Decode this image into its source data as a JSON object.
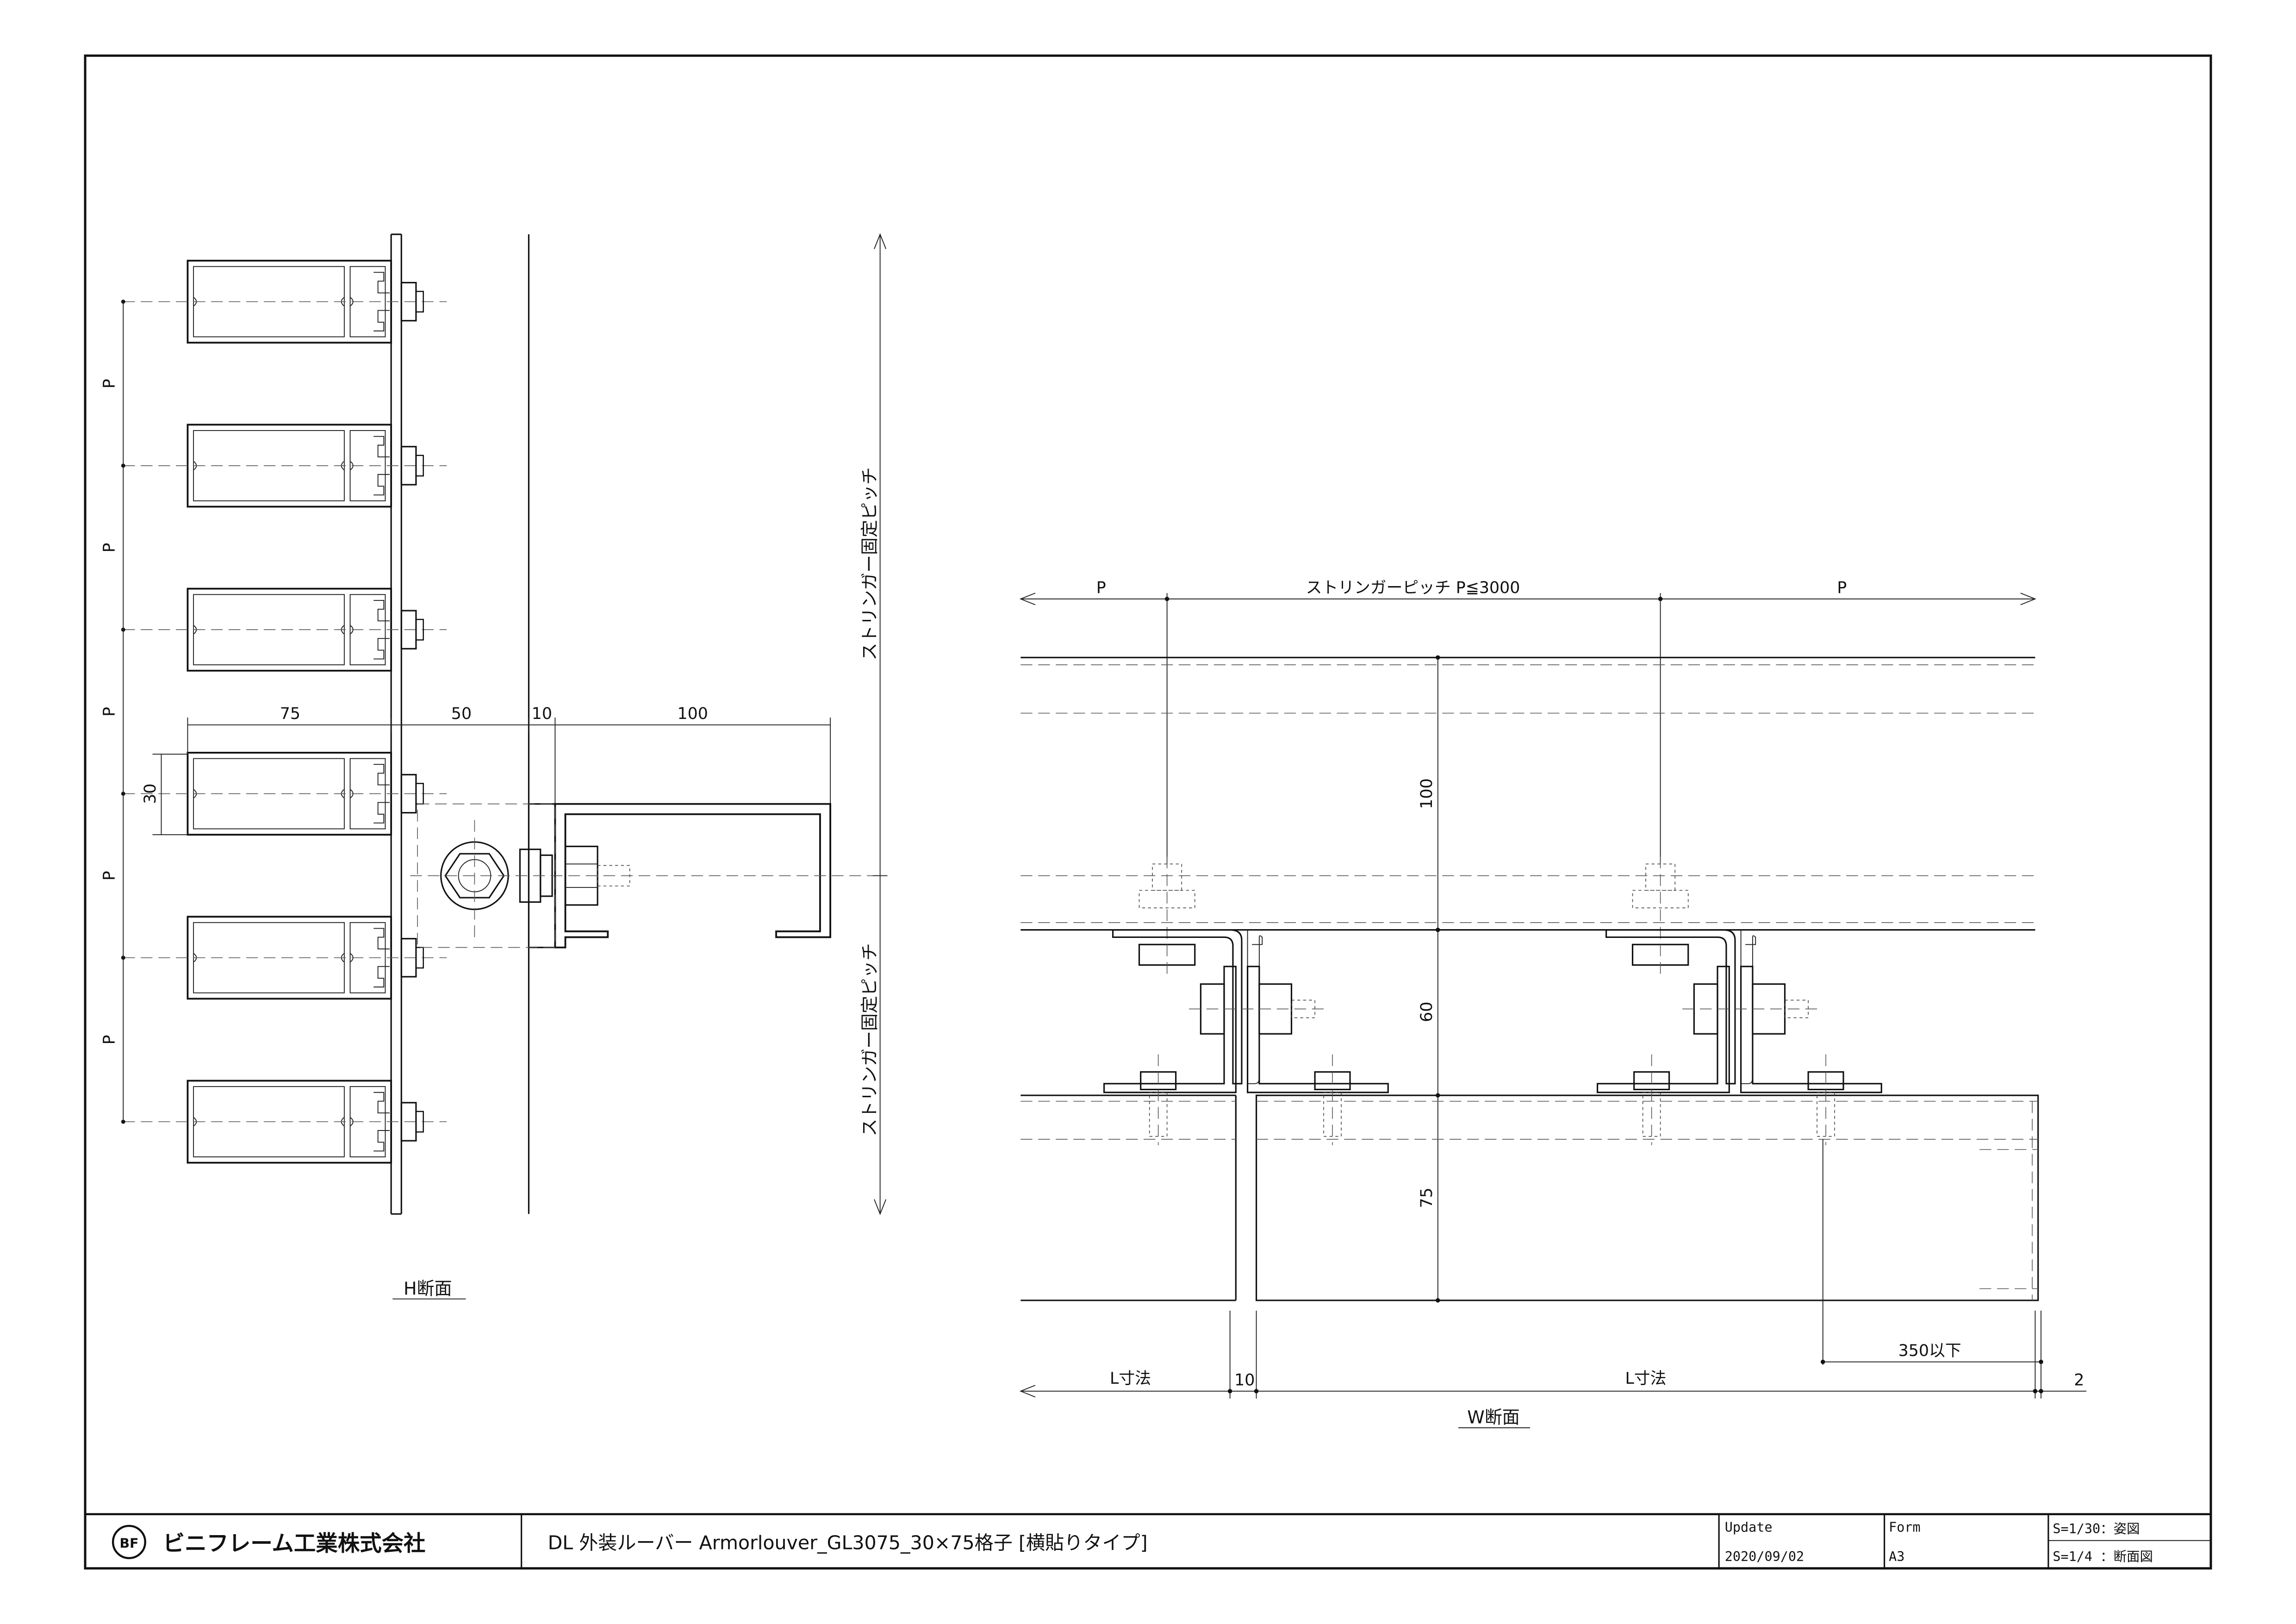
{
  "drawing": {
    "h_section": {
      "title": "H断面",
      "pitch_label": "P",
      "dims": {
        "d75": "75",
        "d50": "50",
        "d10": "10",
        "d100": "100",
        "d30": "30"
      },
      "stringer_label_top": "ストリンガー固定ピッチ",
      "stringer_label_bottom": "ストリンガー固定ピッチ"
    },
    "w_section": {
      "title": "W断面",
      "top_left_p": "P",
      "top_center": "ストリンガーピッチ P≦3000",
      "top_right_p": "P",
      "v100": "100",
      "v60": "60",
      "v75": "75",
      "d350": "350以下",
      "l_left": "L寸法",
      "d10": "10",
      "l_right": "L寸法",
      "d2": "2"
    }
  },
  "title_block": {
    "company": "ビニフレーム工業株式会社",
    "logo_text": "BF",
    "drawing_title": "DL 外装ルーバー Armorlouver_GL3075_30×75格子 [横貼りタイプ]",
    "update_label": "Update",
    "update_value": "2020/09/02",
    "form_label": "Form",
    "form_value": "A3",
    "scale_1": "S=1/30：姿図",
    "scale_2": "S=1/4 ：断面図"
  }
}
